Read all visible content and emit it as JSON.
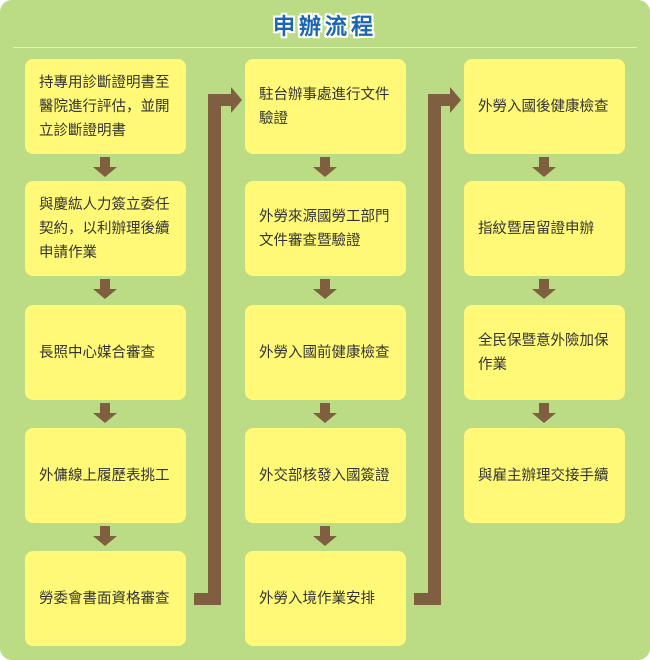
{
  "title": "申辦流程",
  "columns": [
    {
      "steps": [
        "持專用診斷證明書至醫院進行評估，並開立診斷證明書",
        "與慶紘人力簽立委任契約，以利辦理後續申請作業",
        "長照中心媒合審查",
        "外傭線上履歷表挑工",
        "勞委會書面資格審查"
      ]
    },
    {
      "steps": [
        "駐台辦事處進行文件驗證",
        "外勞來源國勞工部門文件審查暨驗證",
        "外勞入國前健康檢查",
        "外交部核發入國簽證",
        "外勞入境作業安排"
      ]
    },
    {
      "steps": [
        "外勞入國後健康檢查",
        "指紋暨居留證申辦",
        "全民保暨意外險加保作業",
        "與雇主辦理交接手續"
      ]
    }
  ],
  "colors": {
    "background": "#bbdb84",
    "box": "#fff977",
    "arrow": "#7f5f3f",
    "title": "#1a66b0"
  }
}
